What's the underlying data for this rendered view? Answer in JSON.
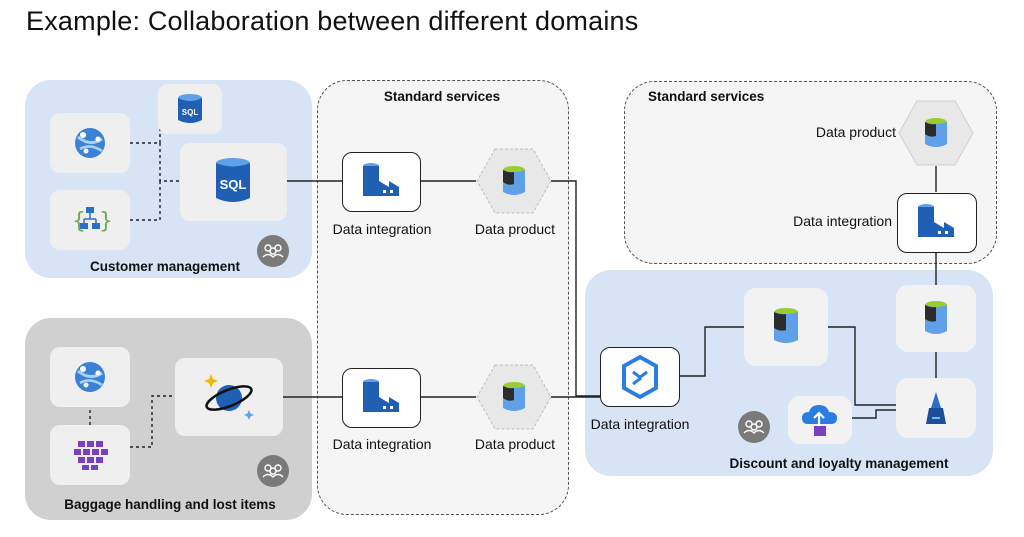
{
  "title": "Example: Collaboration between different domains",
  "domains": {
    "customer": {
      "label": "Customer management"
    },
    "baggage": {
      "label": "Baggage handling and lost items"
    },
    "discount": {
      "label": "Discount and loyalty management"
    }
  },
  "standard_services": {
    "left": {
      "label": "Standard services"
    },
    "right": {
      "label": "Standard services"
    }
  },
  "nodes": {
    "di_top": "Data integration",
    "dp_top": "Data product",
    "di_bottom": "Data integration",
    "dp_bottom": "Data product",
    "dp_right": "Data product",
    "di_right": "Data integration",
    "di_discount": "Data integration"
  },
  "icon_text": {
    "sql_small": "SQL",
    "sql_large": "SQL"
  },
  "colors": {
    "blue_domain": "#d6e4f5",
    "gray_domain": "#d0d0d0",
    "icon_blue": "#1f5fb4"
  }
}
